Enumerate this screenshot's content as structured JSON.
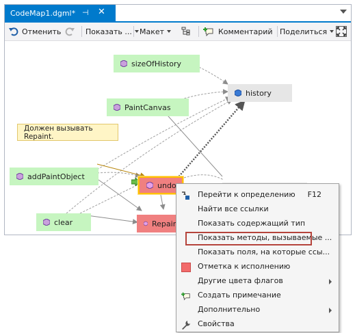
{
  "tab": {
    "title": "CodeMap1.dgml*",
    "pin_glyph": "⊣",
    "close_glyph": "✕"
  },
  "toolbar": {
    "undo_label": "Отменить",
    "show_label": "Показать ...",
    "layout_label": "Макет",
    "comment_label": "Комментарий",
    "share_label": "Поделиться"
  },
  "graph": {
    "nodes": {
      "sizeOfHistory": "sizeOfHistory",
      "history": "history",
      "PaintCanvas": "PaintCanvas",
      "addPaintObject": "addPaintObject",
      "undo": "undo",
      "clear": "clear",
      "Repaint": "Repaint"
    },
    "comment": "Должен вызывать Repaint.",
    "colors": {
      "field": "#c6f5c0",
      "type": "#e6e6e6",
      "flagged": "#f08080",
      "selected_border": "#ffc000",
      "comment_bg": "#fff5c6"
    }
  },
  "context_menu": {
    "items": [
      {
        "label": "Перейти к определению",
        "shortcut": "F12",
        "icon": "go-to-definition-icon"
      },
      {
        "label": "Найти все ссылки",
        "icon": ""
      },
      {
        "label": "Показать содержащий тип",
        "icon": ""
      },
      {
        "label": "Показать методы, вызываемые ...",
        "icon": ""
      },
      {
        "label": "Показать поля, на которые ссы...",
        "icon": ""
      },
      {
        "label": "Отметка к исполнению",
        "icon": "red-flag-swatch-icon"
      },
      {
        "label": "Другие цвета флагов",
        "icon": "",
        "submenu": true
      },
      {
        "label": "Создать примечание",
        "icon": "new-comment-icon"
      },
      {
        "label": "Дополнительно",
        "icon": "",
        "submenu": true
      },
      {
        "label": "Свойства",
        "icon": "wrench-icon"
      }
    ],
    "highlight_color": "#b5433b",
    "flag_color": "#f26b6b"
  }
}
